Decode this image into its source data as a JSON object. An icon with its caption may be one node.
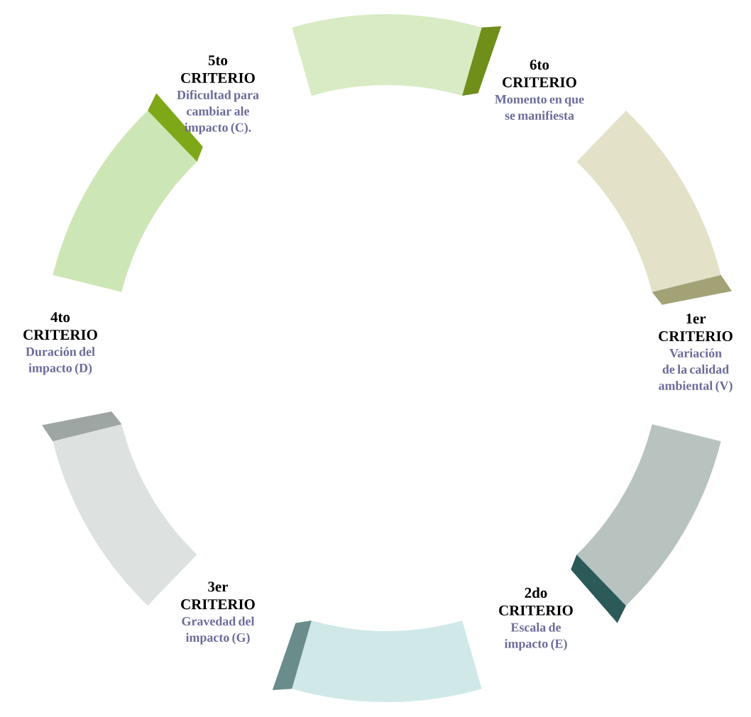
{
  "diagram": {
    "nodes": [
      {
        "text": [
          "1er CRITERIO",
          "Variación de la calidad ambiental (V)"
        ]
      },
      {
        "text": [
          "2do CRITERIO",
          "Escala de impacto (E)"
        ]
      },
      {
        "text": [
          "3er CRITERIO",
          "Gravedad del impacto (G)"
        ]
      },
      {
        "text": [
          "4to CRITERIO",
          "Duración del impacto (D)"
        ]
      },
      {
        "text": [
          "5to CRITERIO",
          "Dificultad para cambiar ale impacto (C)."
        ]
      },
      {
        "text": [
          "6to CRITERIO",
          "Momento en que se manifiesta"
        ]
      },
      {
        "text": [],
        "shape": "band"
      },
      {
        "text": [],
        "shape": "band"
      },
      {
        "text": [],
        "shape": "band"
      },
      {
        "text": [],
        "shape": "band"
      },
      {
        "text": [],
        "shape": "band"
      },
      {
        "text": [],
        "shape": "band"
      }
    ]
  }
}
